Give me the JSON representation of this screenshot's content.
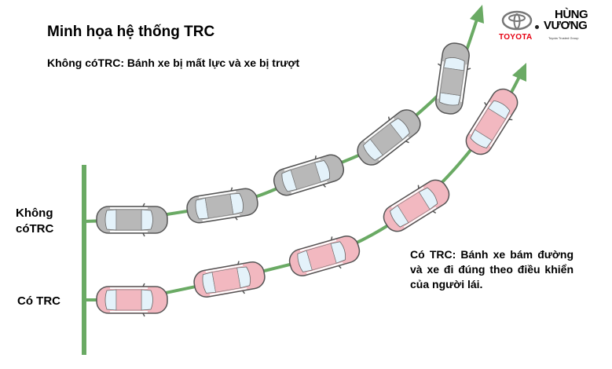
{
  "title": "Minh họa hệ thống TRC",
  "subtitle": "Không cóTRC: Bánh xe bị  mất lực và xe bị trượt",
  "labels": {
    "without_trc": "Không cóTRC",
    "with_trc": "Có TRC"
  },
  "right_text": "Có TRC: Bánh xe bám đường và xe đi đúng theo điều khiển của người lái.",
  "logo": {
    "brand": "TOYOTA",
    "dealer_line1": "HÙNG",
    "dealer_line2": "VƯƠNG",
    "dealer_tagline": "Toyota Trusted Group"
  },
  "colors": {
    "path_green": "#6aaa64",
    "car_gray": "#b8b8b8",
    "car_pink": "#f2b8c0",
    "glass": "#e4f2fa",
    "toyota_red": "#e60012"
  }
}
